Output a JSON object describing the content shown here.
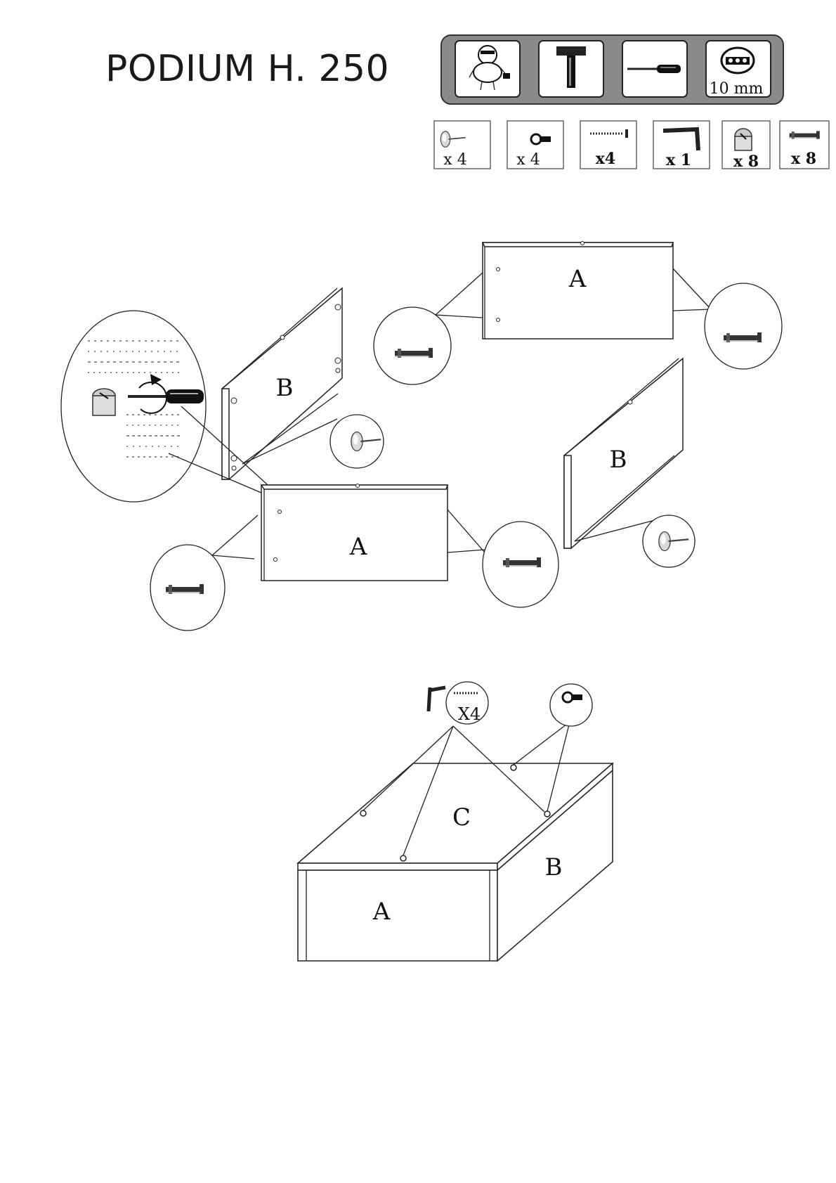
{
  "title": "PODIUM H. 250",
  "tools": [
    {
      "icon": "assembler-figure-icon",
      "label": ""
    },
    {
      "icon": "hammer-icon",
      "label": ""
    },
    {
      "icon": "screwdriver-icon",
      "label": ""
    },
    {
      "icon": "drill-icon",
      "label": "10 mm"
    }
  ],
  "hardware": [
    {
      "icon": "pin-nail-icon",
      "qty": "x 4"
    },
    {
      "icon": "screw-cap-icon",
      "qty": "x 4"
    },
    {
      "icon": "screw-icon",
      "qty": "x4"
    },
    {
      "icon": "bracket-icon",
      "qty": "x 1"
    },
    {
      "icon": "cam-lock-icon",
      "qty": "x 8"
    },
    {
      "icon": "cam-bolt-icon",
      "qty": "x 8"
    }
  ],
  "panels": {
    "a": "A",
    "b": "B",
    "c": "C"
  },
  "callout_qty": "X4"
}
